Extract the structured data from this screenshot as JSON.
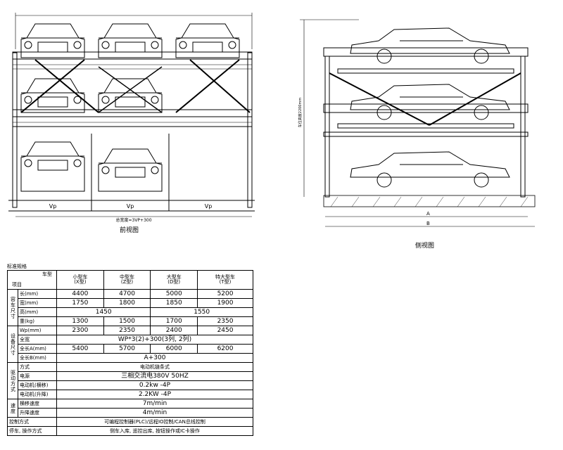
{
  "front_view": {
    "caption": "前视图",
    "vp_labels": [
      "Vp",
      "Vp",
      "Vp"
    ],
    "width_formula": "总宽度=3VP+300"
  },
  "side_view": {
    "caption": "侧视图",
    "dim_a": "A",
    "dim_b": "B",
    "height_label": "车位高度2200mm"
  },
  "spec": {
    "title": "标准规格",
    "corner_top": "车型",
    "corner_bottom": "项目",
    "car_types": [
      {
        "name": "小型车",
        "code": "(X型)"
      },
      {
        "name": "中型车",
        "code": "(Z型)"
      },
      {
        "name": "大型车",
        "code": "(D型)"
      },
      {
        "name": "特大型车",
        "code": "(T型)"
      }
    ],
    "groups": {
      "car_size": "容车尺寸",
      "equip_size": "设备尺寸",
      "drive": "驱动方式",
      "speed": "速度"
    },
    "rows": {
      "length": {
        "label": "长(mm)",
        "values": [
          "4400",
          "4700",
          "5000",
          "5200"
        ]
      },
      "width": {
        "label": "宽(mm)",
        "values": [
          "1750",
          "1800",
          "1850",
          "1900"
        ]
      },
      "height": {
        "label": "高(mm)",
        "values": [
          "1450",
          "1550"
        ]
      },
      "weight": {
        "label": "重(kg)",
        "values": [
          "1300",
          "1500",
          "1700",
          "2350"
        ]
      },
      "wp": {
        "label": "Wp(mm)",
        "values": [
          "2300",
          "2350",
          "2400",
          "2450"
        ]
      },
      "total_width": {
        "label": "全宽",
        "value": "WP*3(2)+300(3列, 2列)"
      },
      "length_a": {
        "label": "全长A(mm)",
        "values": [
          "5400",
          "5700",
          "6000",
          "6200"
        ]
      },
      "length_b": {
        "label": "全长B(mm)",
        "value": "A+300"
      },
      "mode": {
        "label": "方式",
        "value": "电动机链条式"
      },
      "power": {
        "label": "电源",
        "value": "三相交流电380V 50HZ"
      },
      "motor_lift": {
        "label": "电动机(横移)",
        "value": "0.2kw -4P"
      },
      "motor_move": {
        "label": "电动机(升降)",
        "value": "2.2KW -4P"
      },
      "speed_traverse": {
        "label": "横移速度",
        "value": "7m/min"
      },
      "speed_lift": {
        "label": "升降速度",
        "value": "4m/min"
      },
      "control": {
        "label": "控制方式",
        "value": "可编程控制器(PLC)/远程IO控制/CAN总线控制"
      },
      "operation": {
        "label": "停车, 操作方式",
        "value": "侧车入库, 遥控出库, 按钮操作或IC卡操作"
      }
    }
  }
}
